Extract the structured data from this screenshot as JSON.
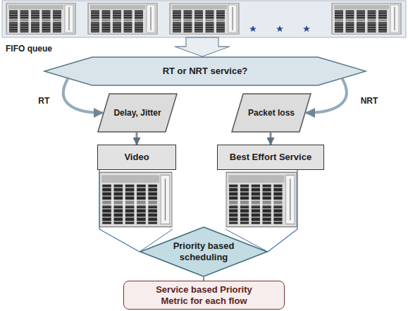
{
  "diagram": {
    "nodes": [
      {
        "text": [
          "RT or NRT service?"
        ]
      },
      {
        "text": [
          "Delay, Jitter"
        ]
      },
      {
        "text": [
          "Packet loss"
        ]
      },
      {
        "text": [
          "Video"
        ]
      },
      {
        "text": [
          "Best Effort Service"
        ]
      },
      {
        "text": [
          "Priority based scheduling"
        ]
      },
      {
        "text": [
          "Service based Priority Metric for each flow"
        ]
      }
    ],
    "edges": [
      {
        "from": 0,
        "to": 1,
        "label": "RT",
        "arrow": "to"
      },
      {
        "from": 0,
        "to": 2,
        "label": "NRT",
        "arrow": "to"
      },
      {
        "from": 1,
        "to": 3,
        "arrow": "to"
      },
      {
        "from": 2,
        "to": 4,
        "arrow": "to"
      },
      {
        "from": 3,
        "to": 5,
        "arrow": "none"
      },
      {
        "from": 4,
        "to": 5,
        "arrow": "none"
      },
      {
        "from": 5,
        "to": 6,
        "arrow": "none"
      }
    ],
    "labels": [
      "FIFO queue"
    ]
  }
}
